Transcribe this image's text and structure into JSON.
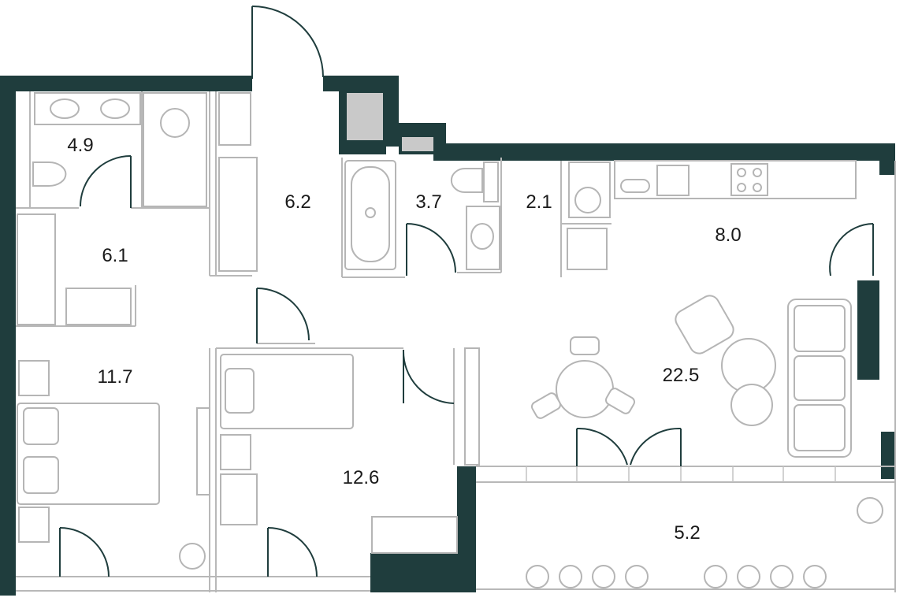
{
  "rooms": [
    {
      "id": "bathroom-1",
      "area": "4.9"
    },
    {
      "id": "hallway",
      "area": "6.2"
    },
    {
      "id": "bathroom-2",
      "area": "3.7"
    },
    {
      "id": "laundry",
      "area": "2.1"
    },
    {
      "id": "kitchen",
      "area": "8.0"
    },
    {
      "id": "dressing",
      "area": "6.1"
    },
    {
      "id": "bedroom-1",
      "area": "11.7"
    },
    {
      "id": "living-room",
      "area": "22.5"
    },
    {
      "id": "bedroom-2",
      "area": "12.6"
    },
    {
      "id": "balcony",
      "area": "5.2"
    }
  ],
  "colors": {
    "wall": "#1f3d3d",
    "furniture": "#b5b5b5",
    "label": "#1a1a1a"
  }
}
